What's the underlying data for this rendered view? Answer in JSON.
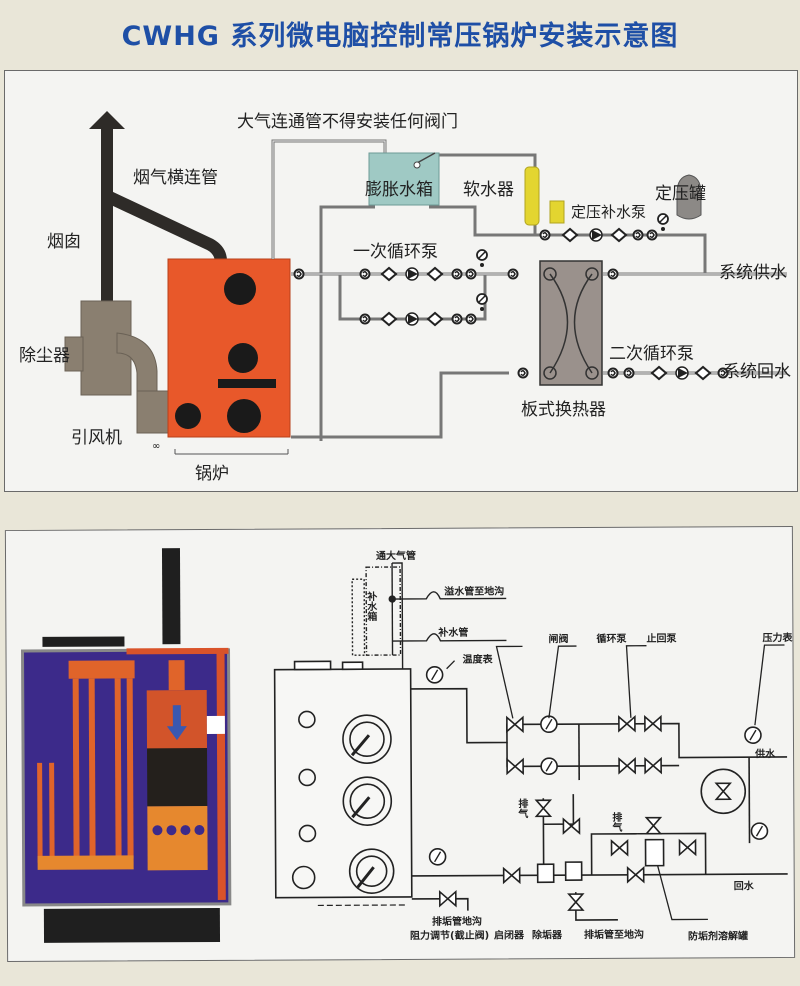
{
  "title": "CWHG 系列微电脑控制常压锅炉安装示意图",
  "colors": {
    "title": "#1e4fa6",
    "boiler": "#e8582a",
    "chimney": "#2e2b28",
    "dust_collector": "#8a7f70",
    "expansion_tank": "#9fc9c4",
    "softener": "#e3d530",
    "heat_exchanger": "#9a918c",
    "pressure_tank": "#8c8986",
    "cutaway_blue": "#3c2a8a",
    "cutaway_orange": "#e0642a"
  },
  "top_diagram": {
    "labels": {
      "atmos_pipe_note": "大气连通管不得安装任何阀门",
      "flue_pipe": "烟气横连管",
      "chimney": "烟囱",
      "dust_collector": "除尘器",
      "induced_fan": "引风机",
      "boiler": "锅炉",
      "expansion_tank": "膨胀水箱",
      "water_softener": "软水器",
      "makeup_pump": "定压补水泵",
      "pressure_tank": "定压罐",
      "primary_pump": "一次循环泵",
      "system_supply": "系统供水",
      "secondary_pump": "二次循环泵",
      "system_return": "系统回水",
      "plate_heat_exchanger": "板式换热器"
    }
  },
  "bottom_diagram": {
    "labels": {
      "vent_pipe": "通大气管",
      "overflow_pipe": "溢水管至地沟",
      "makeup_tank": "补水箱",
      "makeup_pipe": "补水管",
      "thermometer": "温度表",
      "gate_valve": "闸阀",
      "circ_pump": "循环泵",
      "check_pump": "止回泵",
      "pressure_gauge": "压力表",
      "supply_water": "供水",
      "return_water": "回水",
      "air_vent_1": "排气",
      "air_vent_2": "排气",
      "blowdown_pipe": "排垢管地沟",
      "resistance_adjust": "阻力调节(截止阀)",
      "starter": "启闭器",
      "descaler": "除垢器",
      "blowdown_to_trench": "排垢管至地沟",
      "antiscale_tank": "防垢剂溶解罐"
    }
  }
}
